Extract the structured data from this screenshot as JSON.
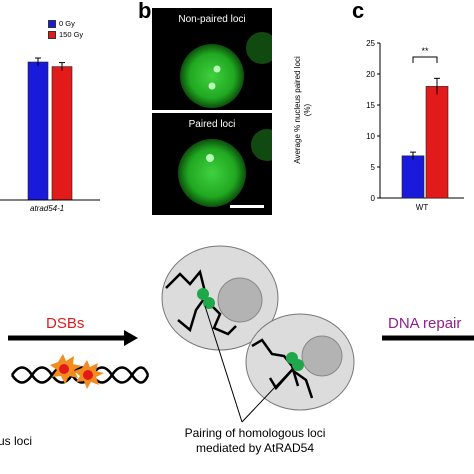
{
  "panel_a": {
    "legend": [
      {
        "label": "0 Gy",
        "color": "#1a1adb"
      },
      {
        "label": "150 Gy",
        "color": "#e31a1a"
      }
    ],
    "xlabel": "atrad54-1"
  },
  "panel_b": {
    "letter": "b",
    "top_label": "Non-paired loci",
    "bottom_label": "Paired loci"
  },
  "panel_c": {
    "letter": "c",
    "significance": "**",
    "ylabel_line1": "Average % nucleus paired loci",
    "ylabel_line2": "(%)"
  },
  "scheme": {
    "dsb_label": "DSBs",
    "repair_label": "DNA repair",
    "left_label": "us loci",
    "pairing_label_line1": "Pairing of homologous loci",
    "pairing_label_line2": "mediated by AtRAD54",
    "colors": {
      "dsb": "#e31a1a",
      "repair": "#8e1f8e",
      "loci": "#1fa84a"
    }
  },
  "chart_data": [
    {
      "type": "bar",
      "categories": [
        "atrad54-1"
      ],
      "series": [
        {
          "name": "0 Gy",
          "values": [
            60
          ]
        },
        {
          "name": "150 Gy",
          "values": [
            58
          ]
        }
      ],
      "xlabel": "atrad54-1"
    },
    {
      "type": "bar",
      "categories": [
        "WT"
      ],
      "series": [
        {
          "values": [
            6.8
          ]
        },
        {
          "values": [
            18
          ]
        }
      ],
      "ylabel": "Average % nucleus paired loci (%)",
      "ylim": [
        0,
        25
      ],
      "yticks": [
        0,
        5,
        10,
        15,
        20,
        25
      ],
      "annotations": [
        "**"
      ]
    }
  ]
}
